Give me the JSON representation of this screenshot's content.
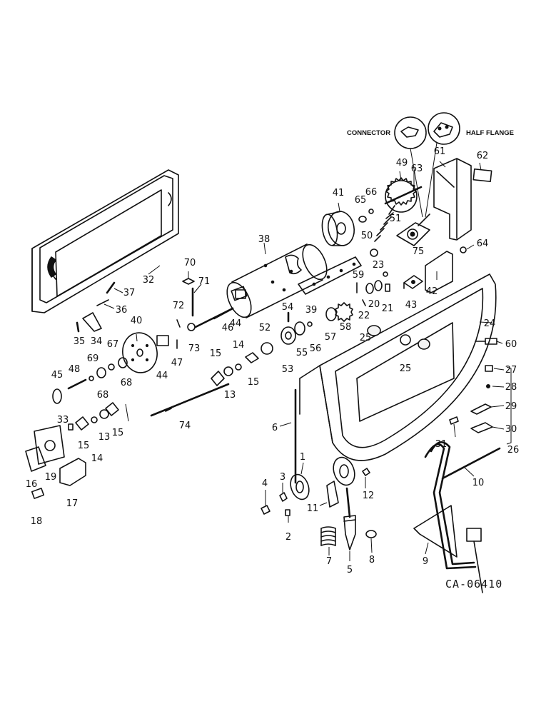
{
  "figure": {
    "code": "CA-06410",
    "detail_labels": {
      "connector": "CONNECTOR",
      "half_flange": "HALF FLANGE"
    },
    "callouts": [
      {
        "id": "c1",
        "text": "1"
      },
      {
        "id": "c2",
        "text": "2"
      },
      {
        "id": "c3",
        "text": "3"
      },
      {
        "id": "c4",
        "text": "4"
      },
      {
        "id": "c5",
        "text": "5"
      },
      {
        "id": "c6",
        "text": "6"
      },
      {
        "id": "c7",
        "text": "7"
      },
      {
        "id": "c8",
        "text": "8"
      },
      {
        "id": "c9",
        "text": "9"
      },
      {
        "id": "c10",
        "text": "10"
      },
      {
        "id": "c11",
        "text": "11"
      },
      {
        "id": "c12",
        "text": "12"
      },
      {
        "id": "c13a",
        "text": "13"
      },
      {
        "id": "c13b",
        "text": "13"
      },
      {
        "id": "c14a",
        "text": "14"
      },
      {
        "id": "c14b",
        "text": "14"
      },
      {
        "id": "c15a",
        "text": "15"
      },
      {
        "id": "c15b",
        "text": "15"
      },
      {
        "id": "c15c",
        "text": "15"
      },
      {
        "id": "c15d",
        "text": "15"
      },
      {
        "id": "c16",
        "text": "16"
      },
      {
        "id": "c17",
        "text": "17"
      },
      {
        "id": "c18",
        "text": "18"
      },
      {
        "id": "c19",
        "text": "19"
      },
      {
        "id": "c20",
        "text": "20"
      },
      {
        "id": "c21",
        "text": "21"
      },
      {
        "id": "c22",
        "text": "22"
      },
      {
        "id": "c23",
        "text": "23"
      },
      {
        "id": "c24",
        "text": "24"
      },
      {
        "id": "c25a",
        "text": "25"
      },
      {
        "id": "c25b",
        "text": "25"
      },
      {
        "id": "c26",
        "text": "26"
      },
      {
        "id": "c27",
        "text": "27"
      },
      {
        "id": "c28",
        "text": "28"
      },
      {
        "id": "c29",
        "text": "29"
      },
      {
        "id": "c30",
        "text": "30"
      },
      {
        "id": "c31",
        "text": "31"
      },
      {
        "id": "c32",
        "text": "32"
      },
      {
        "id": "c33",
        "text": "33"
      },
      {
        "id": "c34",
        "text": "34"
      },
      {
        "id": "c35",
        "text": "35"
      },
      {
        "id": "c36",
        "text": "36"
      },
      {
        "id": "c37",
        "text": "37"
      },
      {
        "id": "c38",
        "text": "38"
      },
      {
        "id": "c39",
        "text": "39"
      },
      {
        "id": "c40",
        "text": "40"
      },
      {
        "id": "c41",
        "text": "41"
      },
      {
        "id": "c42",
        "text": "42"
      },
      {
        "id": "c43",
        "text": "43"
      },
      {
        "id": "c44a",
        "text": "44"
      },
      {
        "id": "c44b",
        "text": "44"
      },
      {
        "id": "c45",
        "text": "45"
      },
      {
        "id": "c46",
        "text": "46"
      },
      {
        "id": "c47",
        "text": "47"
      },
      {
        "id": "c48",
        "text": "48"
      },
      {
        "id": "c49",
        "text": "49"
      },
      {
        "id": "c50",
        "text": "50"
      },
      {
        "id": "c51",
        "text": "51"
      },
      {
        "id": "c52",
        "text": "52"
      },
      {
        "id": "c53",
        "text": "53"
      },
      {
        "id": "c54",
        "text": "54"
      },
      {
        "id": "c55",
        "text": "55"
      },
      {
        "id": "c56",
        "text": "56"
      },
      {
        "id": "c57",
        "text": "57"
      },
      {
        "id": "c58",
        "text": "58"
      },
      {
        "id": "c59",
        "text": "59"
      },
      {
        "id": "c60",
        "text": "60"
      },
      {
        "id": "c61",
        "text": "61"
      },
      {
        "id": "c62",
        "text": "62"
      },
      {
        "id": "c63",
        "text": "63"
      },
      {
        "id": "c64",
        "text": "64"
      },
      {
        "id": "c65",
        "text": "65"
      },
      {
        "id": "c66",
        "text": "66"
      },
      {
        "id": "c67",
        "text": "67"
      },
      {
        "id": "c68a",
        "text": "68"
      },
      {
        "id": "c68b",
        "text": "68"
      },
      {
        "id": "c69",
        "text": "69"
      },
      {
        "id": "c70",
        "text": "70"
      },
      {
        "id": "c71",
        "text": "71"
      },
      {
        "id": "c72",
        "text": "72"
      },
      {
        "id": "c73",
        "text": "73"
      },
      {
        "id": "c74",
        "text": "74"
      },
      {
        "id": "c75",
        "text": "75"
      }
    ]
  }
}
